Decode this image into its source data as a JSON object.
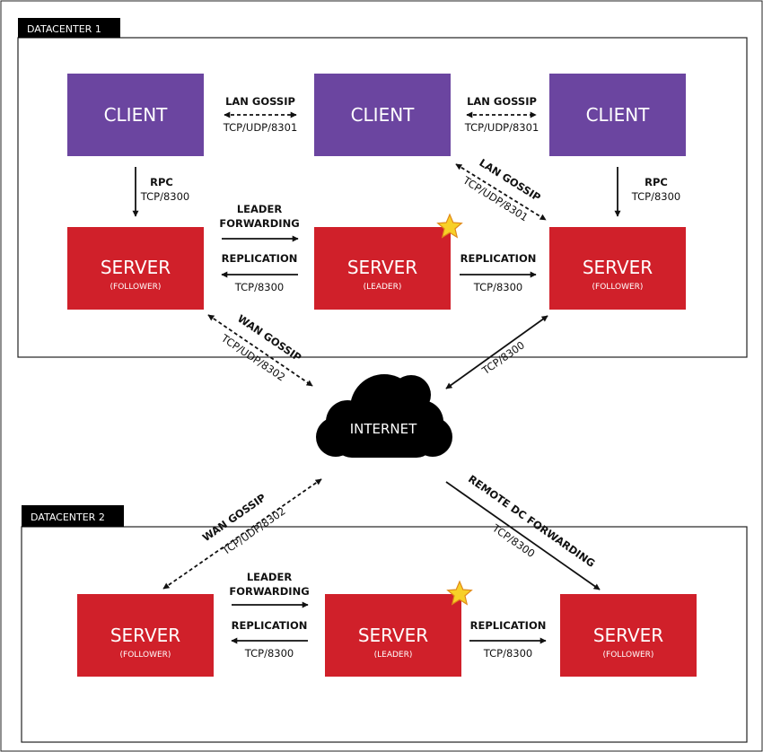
{
  "colors": {
    "client": "#6b45a0",
    "server": "#d0202a",
    "cloud": "#000000",
    "star": "#f7d027",
    "star_outline": "#e08a1a"
  },
  "datacenters": [
    {
      "label": "DATACENTER 1"
    },
    {
      "label": "DATACENTER 2"
    }
  ],
  "nodes": {
    "client_left": {
      "title": "CLIENT"
    },
    "client_center": {
      "title": "CLIENT"
    },
    "client_right": {
      "title": "CLIENT"
    },
    "dc1_server_left": {
      "title": "SERVER",
      "role": "(FOLLOWER)"
    },
    "dc1_server_center": {
      "title": "SERVER",
      "role": "(LEADER)",
      "leader_icon": "star-icon"
    },
    "dc1_server_right": {
      "title": "SERVER",
      "role": "(FOLLOWER)"
    },
    "internet": {
      "title": "INTERNET",
      "icon": "cloud-icon"
    },
    "dc2_server_left": {
      "title": "SERVER",
      "role": "(FOLLOWER)"
    },
    "dc2_server_center": {
      "title": "SERVER",
      "role": "(LEADER)",
      "leader_icon": "star-icon"
    },
    "dc2_server_right": {
      "title": "SERVER",
      "role": "(FOLLOWER)"
    }
  },
  "links": {
    "lan_gossip_left": {
      "name": "LAN GOSSIP",
      "proto": "TCP/UDP/8301"
    },
    "lan_gossip_right": {
      "name": "LAN GOSSIP",
      "proto": "TCP/UDP/8301"
    },
    "lan_gossip_diagonal": {
      "name": "LAN GOSSIP",
      "proto": "TCP/UDP/8301"
    },
    "rpc_left": {
      "name": "RPC",
      "proto": "TCP/8300"
    },
    "rpc_right": {
      "name": "RPC",
      "proto": "TCP/8300"
    },
    "dc1_leader_forwarding": {
      "name_line1": "LEADER",
      "name_line2": "FORWARDING"
    },
    "dc1_replication_left": {
      "name": "REPLICATION",
      "proto": "TCP/8300"
    },
    "dc1_replication_right": {
      "name": "REPLICATION",
      "proto": "TCP/8300"
    },
    "wan_gossip_dc1": {
      "name": "WAN GOSSIP",
      "proto": "TCP/UDP/8302"
    },
    "internet_dc1_right": {
      "proto": "TCP/8300"
    },
    "wan_gossip_dc2": {
      "name": "WAN GOSSIP",
      "proto": "TCP/UDP/8302"
    },
    "remote_dc_forwarding": {
      "name": "REMOTE DC FORWARDING",
      "proto": "TCP/8300"
    },
    "dc2_leader_forwarding": {
      "name_line1": "LEADER",
      "name_line2": "FORWARDING"
    },
    "dc2_replication_left": {
      "name": "REPLICATION",
      "proto": "TCP/8300"
    },
    "dc2_replication_right": {
      "name": "REPLICATION",
      "proto": "TCP/8300"
    }
  }
}
